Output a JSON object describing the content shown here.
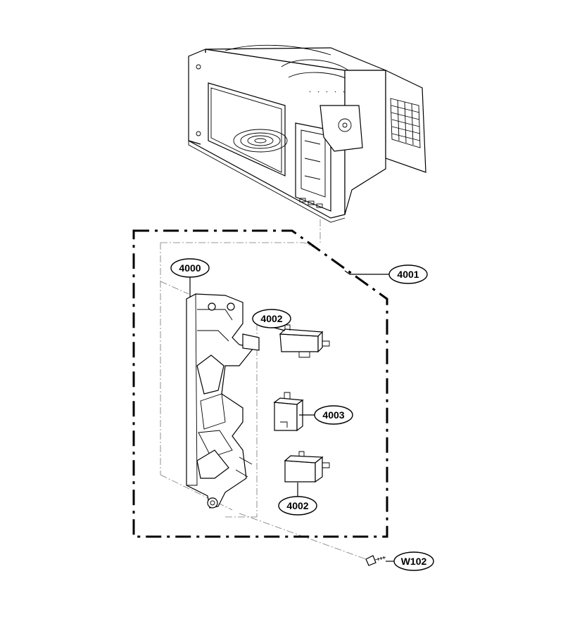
{
  "callouts": {
    "latch_board": "4000",
    "assembly": "4001",
    "switch_top": "4002",
    "switch_middle": "4003",
    "switch_bottom": "4002",
    "screw": "W102"
  }
}
